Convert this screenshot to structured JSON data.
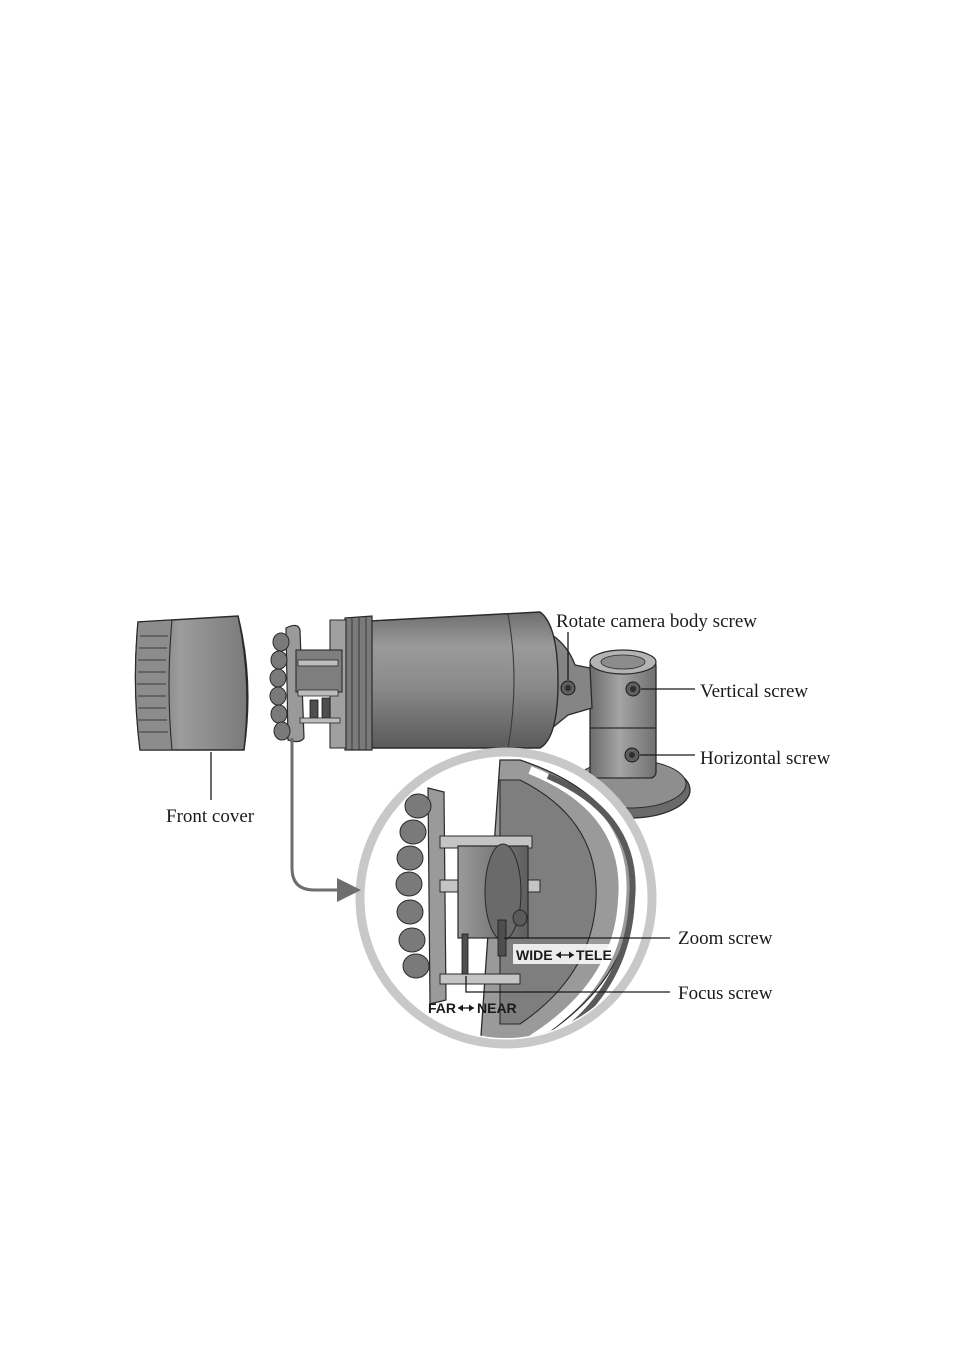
{
  "labels": {
    "rotate_camera_body_screw": "Rotate camera body screw",
    "vertical_screw": "Vertical screw",
    "horizontal_screw": "Horizontal screw",
    "front_cover": "Front cover",
    "zoom_screw": "Zoom screw",
    "focus_screw": "Focus screw"
  },
  "scales": {
    "zoom_left": "WIDE",
    "zoom_right": "TELE",
    "focus_left": "FAR",
    "focus_right": "NEAR"
  },
  "icons": {
    "zoom_arrow": "double-arrow-icon",
    "focus_arrow": "double-arrow-icon"
  },
  "colors": {
    "body": "#8a8a8a",
    "body_dark": "#5a5a5a",
    "body_light": "#b0b0b0",
    "outline": "#2a2a2a",
    "magnifier_ring": "#c8c8c8",
    "arrow": "#6e6e6e"
  }
}
